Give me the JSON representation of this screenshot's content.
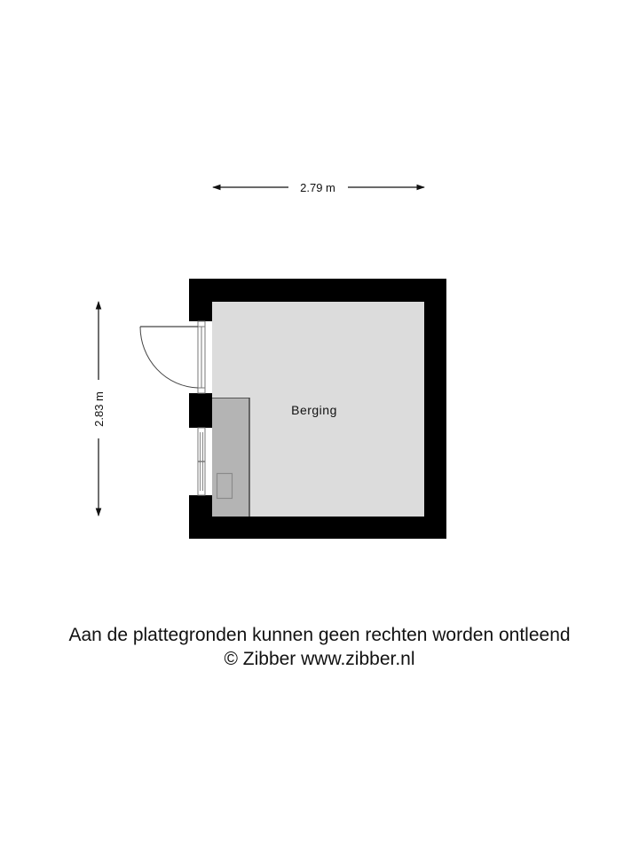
{
  "floorplan": {
    "dimensions": {
      "width_label": "2.79 m",
      "height_label": "2.83 m"
    },
    "rooms": [
      {
        "name": "Berging"
      }
    ],
    "colors": {
      "wall": "#000000",
      "floor": "#dcdcdc",
      "cabinet": "#b4b4b4",
      "line": "#444444"
    }
  },
  "footer": {
    "disclaimer": "Aan de plattegronden kunnen geen rechten worden ontleend",
    "copyright": "© Zibber www.zibber.nl"
  }
}
